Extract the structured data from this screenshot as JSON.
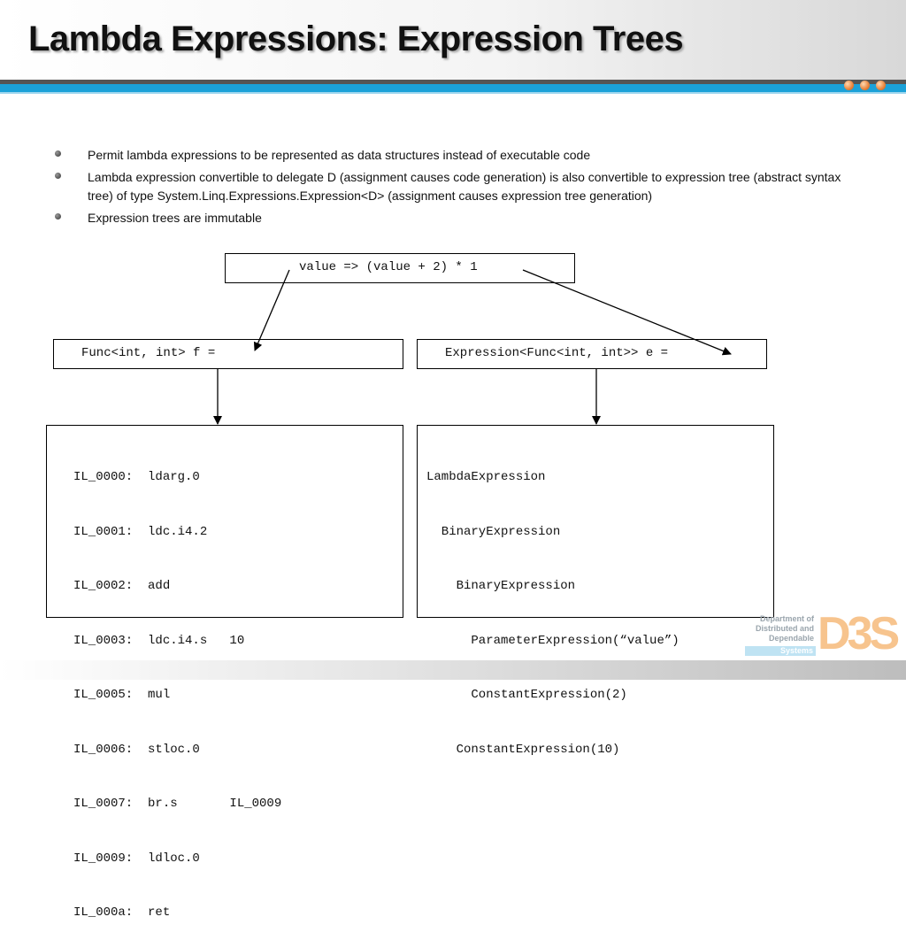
{
  "slide": {
    "title": "Lambda Expressions: Expression Trees",
    "bullets": [
      "Permit lambda expressions to be represented as data structures instead of executable code",
      "Lambda expression convertible to delegate D (assignment causes code generation) is also convertible to expression tree (abstract syntax tree) of type System.Linq.Expressions.Expression<D> (assignment causes expression tree generation)",
      "Expression trees are immutable"
    ]
  },
  "diagram": {
    "lambda_box": "value => (value + 2) * 1",
    "func_box": "Func<int, int> f =",
    "expression_box": "Expression<Func<int, int>> e =",
    "il_lines": [
      "IL_0000:  ldarg.0",
      "IL_0001:  ldc.i4.2",
      "IL_0002:  add",
      "IL_0003:  ldc.i4.s   10",
      "IL_0005:  mul",
      "IL_0006:  stloc.0",
      "IL_0007:  br.s       IL_0009",
      "IL_0009:  ldloc.0",
      "IL_000a:  ret"
    ],
    "tree_lines": [
      "LambdaExpression",
      "  BinaryExpression",
      "    BinaryExpression",
      "      ParameterExpression(“value”)",
      "      ConstantExpression(2)",
      "    ConstantExpression(10)"
    ]
  },
  "logo": {
    "lines": [
      "Department of",
      "Distributed and",
      "Dependable"
    ],
    "strip_label": "Systems",
    "mark": "D3S"
  },
  "colors": {
    "accent_blue": "#1ba1d8",
    "accent_orange": "#e8823a",
    "dark_bar": "#555555"
  }
}
